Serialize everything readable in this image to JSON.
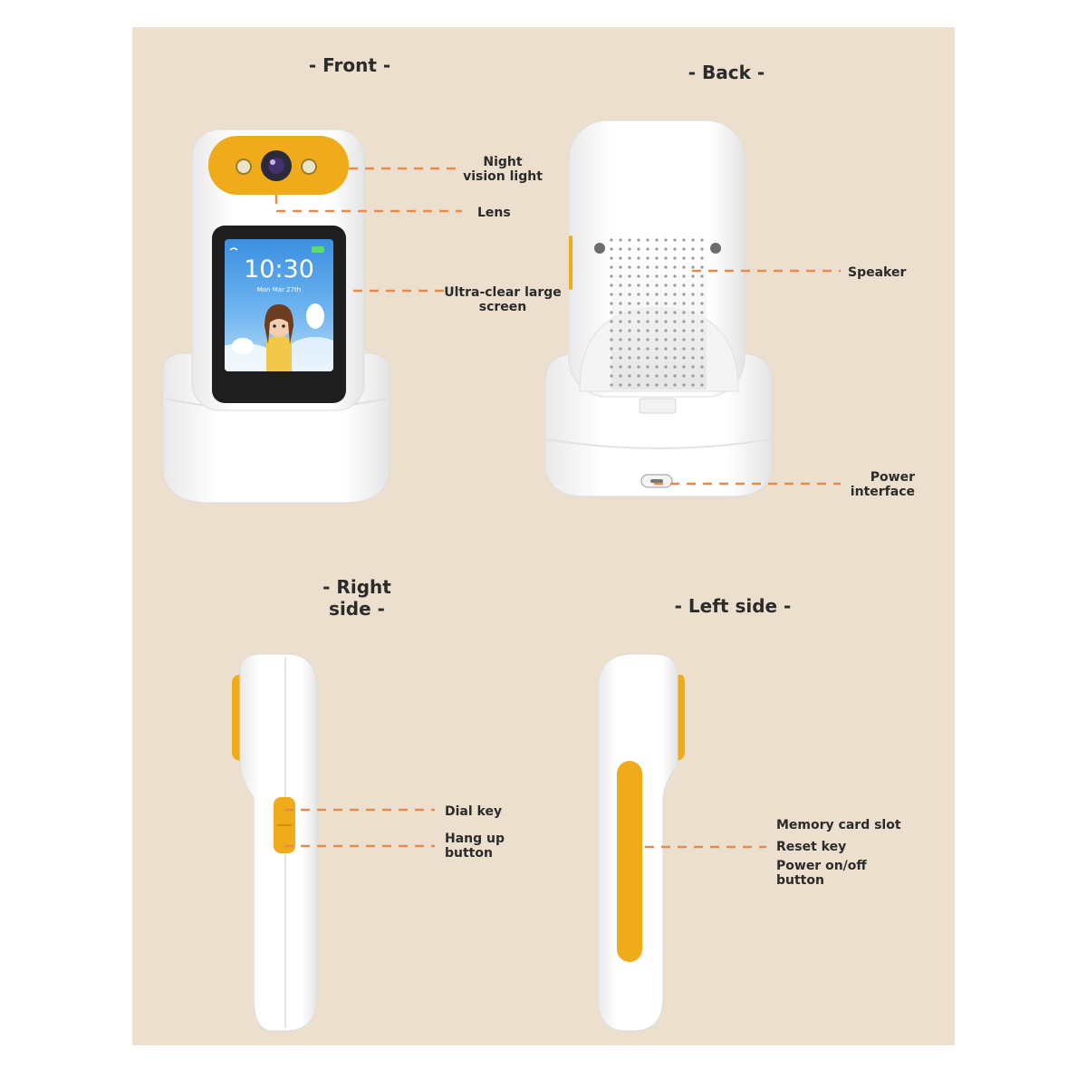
{
  "sections": {
    "front": "- Front -",
    "back": "- Back -",
    "right": "- Right\nside -",
    "left": "- Left side -"
  },
  "labels": {
    "night_vision": "Night\nvision light",
    "lens": "Lens",
    "screen": "Ultra-clear large\nscreen",
    "speaker": "Speaker",
    "power_interface": "Power\ninterface",
    "dial_key": "Dial key",
    "hang_up": "Hang up\nbutton",
    "memory_card": "Memory card slot",
    "reset_key": "Reset key",
    "power_onoff": "Power on/off\nbutton"
  },
  "screen": {
    "time": "10:30",
    "date": "Mon Mar 27th"
  },
  "colors": {
    "background": "#ecdfcd",
    "accent_yellow": "#f0ab1a",
    "leader_line": "#e98a4a",
    "device_white": "#fafafa"
  }
}
